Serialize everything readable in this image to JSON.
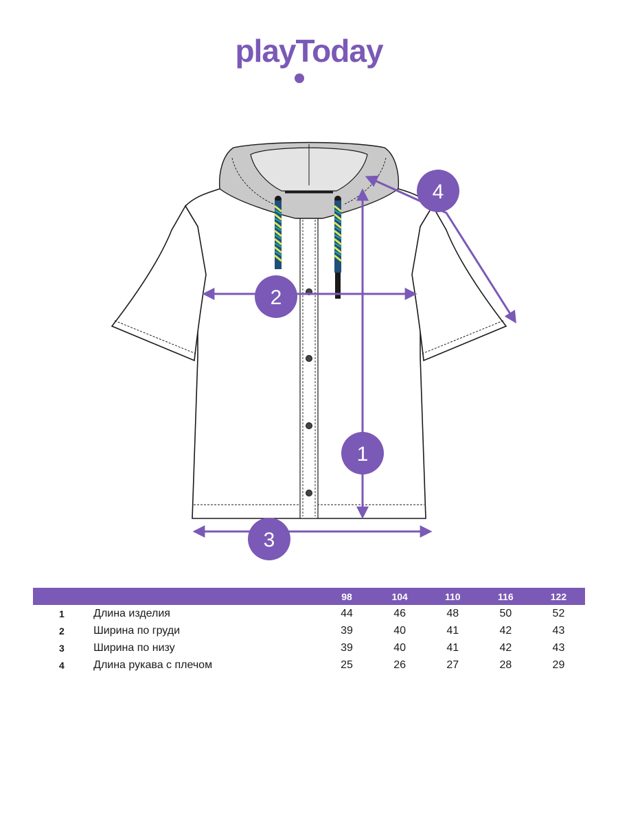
{
  "brand": {
    "name": "playToday",
    "color": "#7b59b6",
    "icon": "brand-logo-icon"
  },
  "colors": {
    "accent": "#7b59b6",
    "hood": "#c9c9c9",
    "outline": "#1a1a1a",
    "cord_a": "#2aa6a0",
    "cord_b": "#d7e85a",
    "cord_c": "#1f4f7a"
  },
  "diagram": {
    "markers": [
      {
        "id": "1",
        "label": "1"
      },
      {
        "id": "2",
        "label": "2"
      },
      {
        "id": "3",
        "label": "3"
      },
      {
        "id": "4",
        "label": "4"
      }
    ]
  },
  "size_table": {
    "headers": [
      "",
      "",
      "98",
      "104",
      "110",
      "116",
      "122"
    ],
    "rows": [
      {
        "index": "1",
        "label": "Длина изделия",
        "values": [
          "44",
          "46",
          "48",
          "50",
          "52"
        ]
      },
      {
        "index": "2",
        "label": "Ширина по груди",
        "values": [
          "39",
          "40",
          "41",
          "42",
          "43"
        ]
      },
      {
        "index": "3",
        "label": "Ширина по низу",
        "values": [
          "39",
          "40",
          "41",
          "42",
          "43"
        ]
      },
      {
        "index": "4",
        "label": "Длина рукава с плечом",
        "values": [
          "25",
          "26",
          "27",
          "28",
          "29"
        ]
      }
    ]
  }
}
